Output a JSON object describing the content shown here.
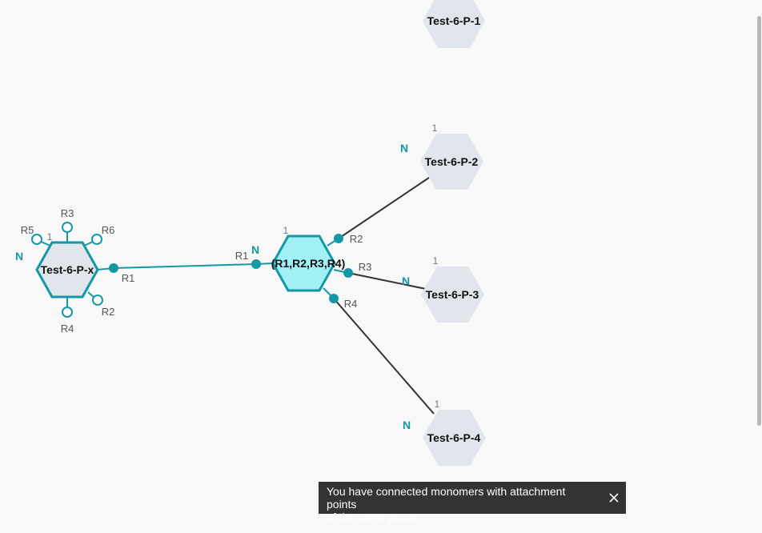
{
  "canvas": {
    "colors": {
      "accent": "#1598a6",
      "selected_fill": "#a0f0f6",
      "monomer_fill": "#e1e5ec",
      "bond": "#333333",
      "toast_bg": "#333333"
    },
    "monomers": {
      "p1": {
        "name": "Test-6-P-1"
      },
      "p2": {
        "name": "Test-6-P-2",
        "index": "1",
        "n_label": "N"
      },
      "p3": {
        "name": "Test-6-P-3",
        "index": "1",
        "n_label": "N"
      },
      "p4": {
        "name": "Test-6-P-4",
        "index": "1",
        "n_label": "N"
      },
      "px": {
        "name": "Test-6-P-x",
        "index": "1",
        "n_label": "N",
        "attachment_points": {
          "r1": "R1",
          "r2": "R2",
          "r3": "R3",
          "r4": "R4",
          "r5": "R5",
          "r6": "R6"
        }
      },
      "center": {
        "name": "(R1,R2,R3,R4)",
        "index": "1",
        "n_label": "N",
        "attachment_points": {
          "r1": "R1",
          "r2": "R2",
          "r3": "R3",
          "r4": "R4"
        }
      }
    }
  },
  "toast": {
    "message_line1": "You have connected monomers with attachment points",
    "message_line2": "of the same group",
    "close_icon": "close-icon"
  }
}
